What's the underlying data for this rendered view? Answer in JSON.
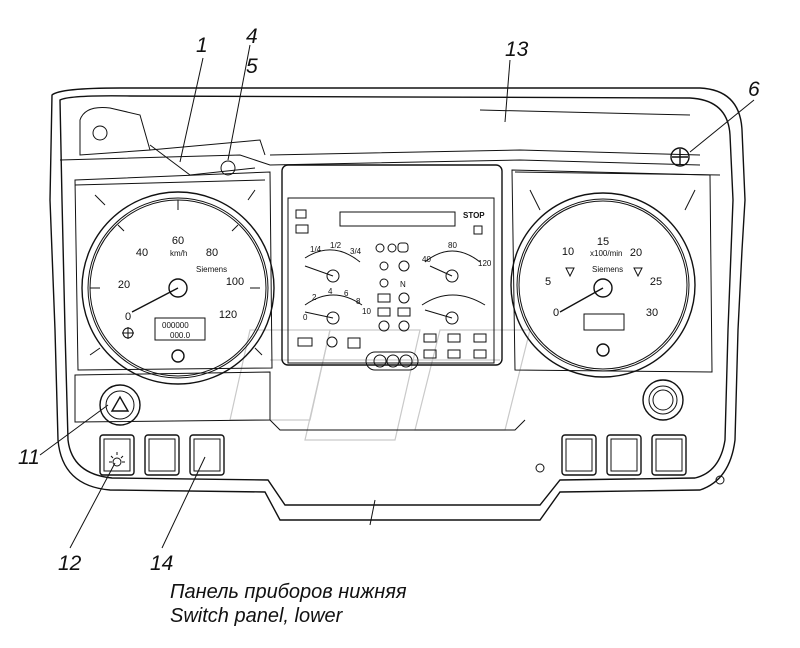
{
  "callouts": {
    "c1": "1",
    "c4": "4",
    "c5": "5",
    "c13": "13",
    "c6": "6",
    "c11": "11",
    "c12": "12",
    "c14": "14"
  },
  "speedometer": {
    "ticks": [
      "0",
      "20",
      "40",
      "60",
      "80",
      "100",
      "120"
    ],
    "unit": "km/h",
    "brand": "Siemens",
    "odometer_top": "000000",
    "odometer_bottom": "000.0"
  },
  "tachometer": {
    "ticks": [
      "0",
      "5",
      "10",
      "15",
      "20",
      "25",
      "30"
    ],
    "unit": "x100/min",
    "brand": "Siemens"
  },
  "center_cluster": {
    "stop_label": "STOP",
    "neutral_label": "N",
    "fuel_marks": [
      "1/4",
      "1/2",
      "3/4"
    ],
    "temp_marks": [
      "40",
      "80",
      "120"
    ],
    "pressure_marks": [
      "0",
      "2",
      "4",
      "6",
      "8",
      "10"
    ]
  },
  "caption": {
    "line_ru": "Панель приборов нижняя",
    "line_en": "Switch panel, lower"
  }
}
